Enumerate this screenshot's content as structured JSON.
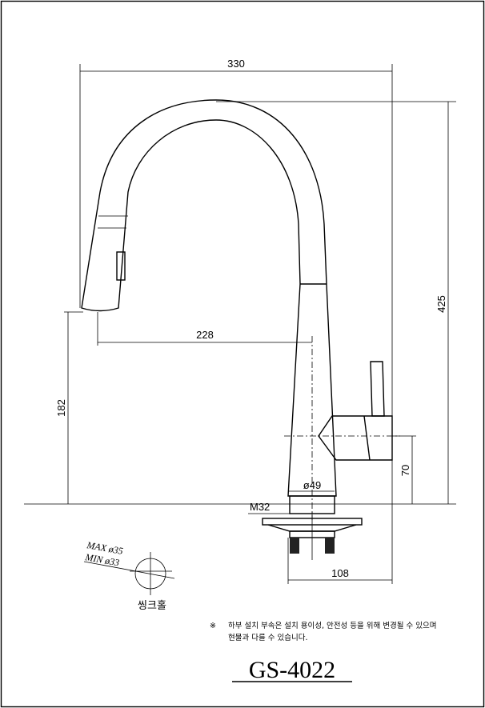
{
  "dimensions": {
    "width_total": "330",
    "height_total": "425",
    "spout_reach": "228",
    "spout_height": "182",
    "handle_height": "70",
    "base_diameter": "ø49",
    "thread": "M32",
    "mount_depth": "108"
  },
  "sink_hole": {
    "max_label": "MAX ø35",
    "min_label": "MIN ø33",
    "caption": "씽크홀"
  },
  "note": {
    "symbol": "※",
    "line1": "하부 설치 부속은 설치 용이성, 안전성 등을 위해 변경될 수 있으며",
    "line2": "현물과 다를 수 있습니다."
  },
  "model": "GS-4022"
}
